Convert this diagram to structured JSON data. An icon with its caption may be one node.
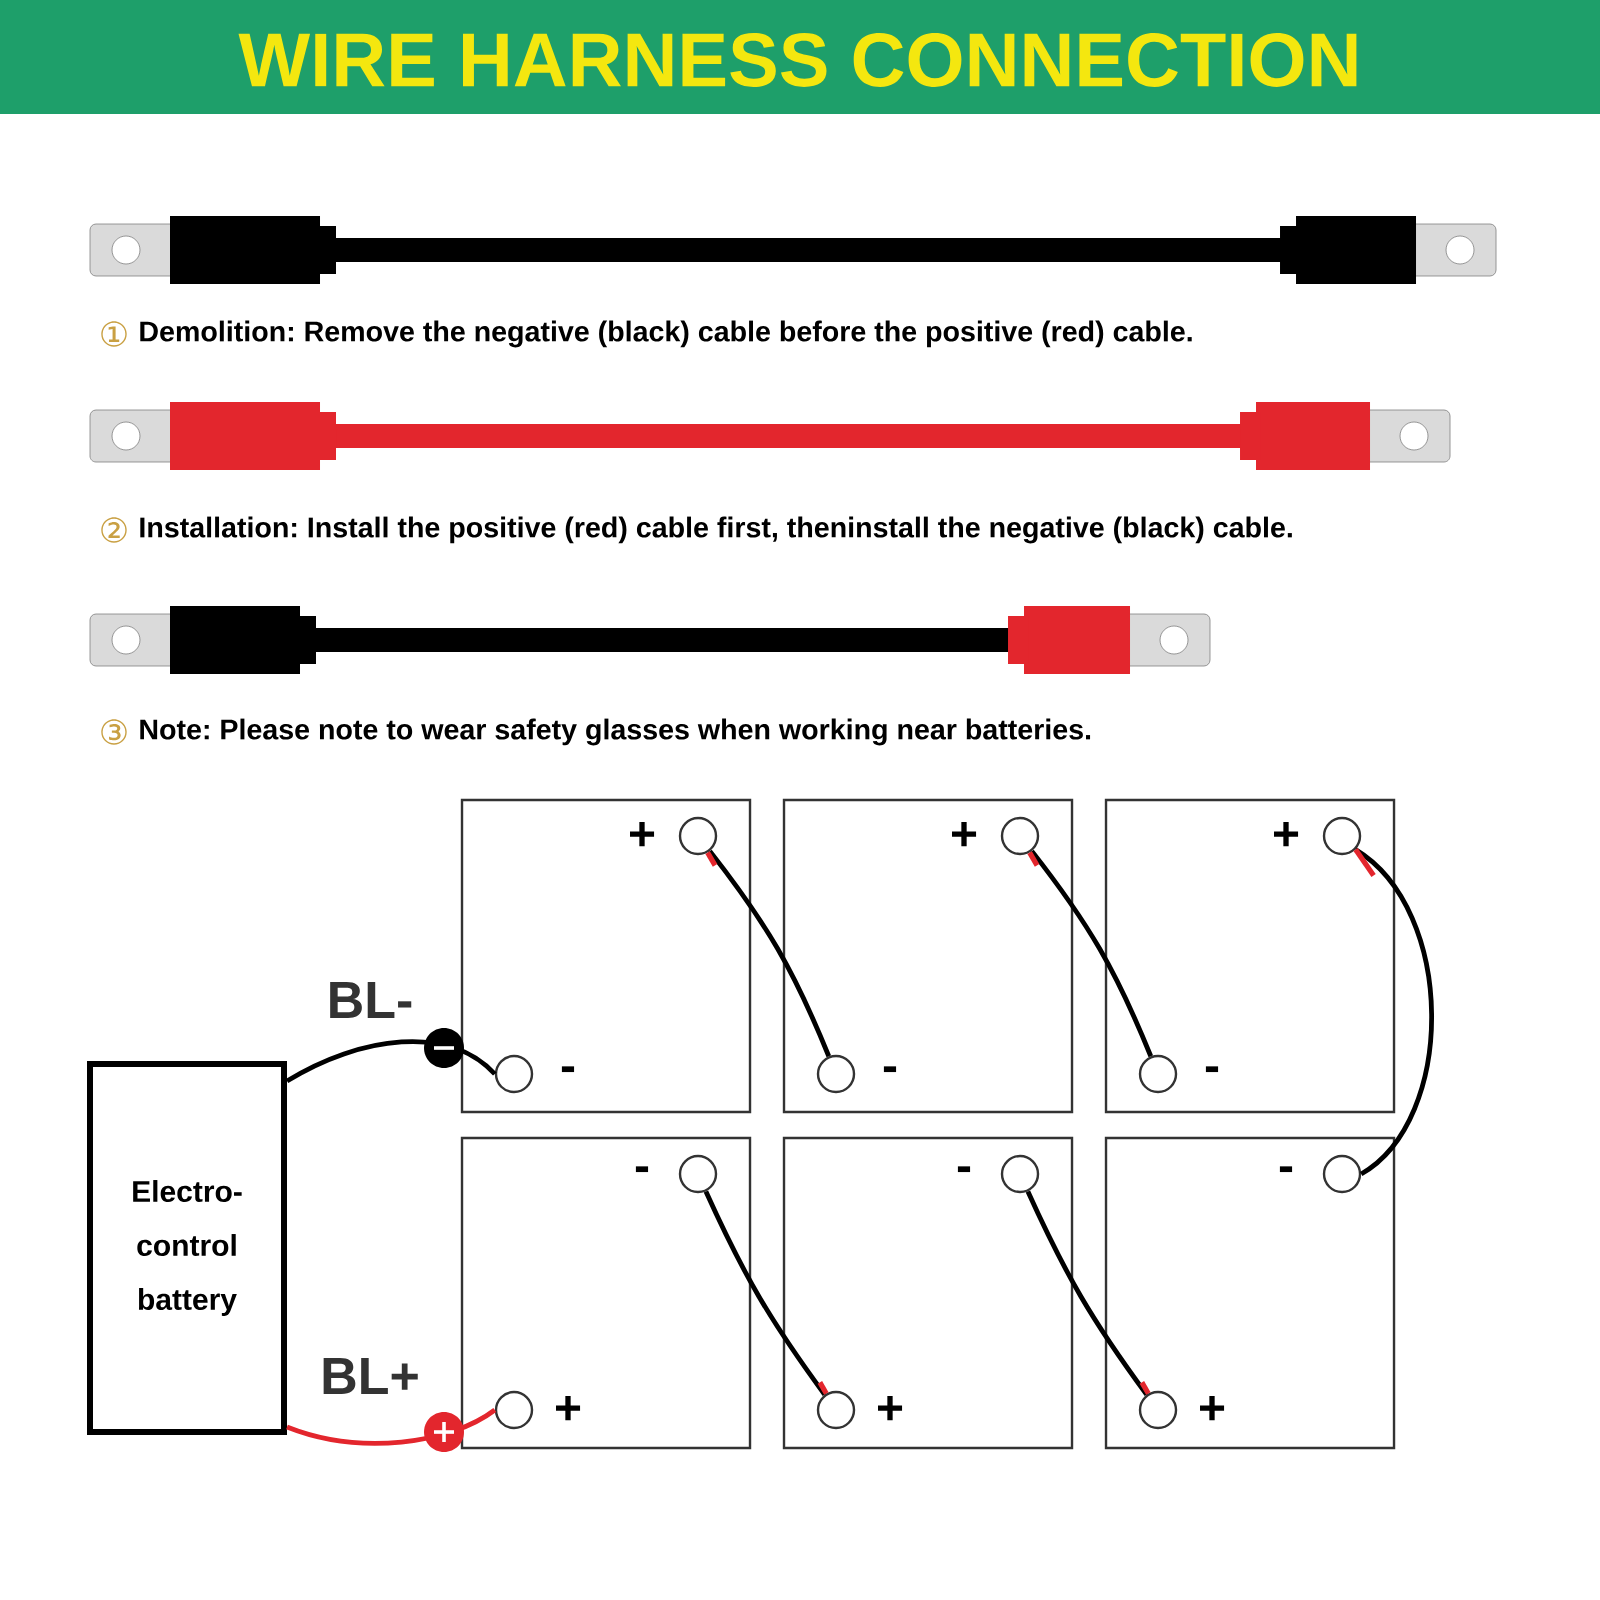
{
  "diagram": {
    "title": "WIRE HARNESS CONNECTION",
    "nodes": [
      {
        "text": [
          "Electro-control battery"
        ]
      },
      {
        "text": [],
        "shape": "box"
      },
      {
        "text": [],
        "shape": "box"
      },
      {
        "text": [],
        "shape": "box"
      },
      {
        "text": [],
        "shape": "box"
      },
      {
        "text": [],
        "shape": "box"
      },
      {
        "text": [],
        "shape": "box"
      },
      {
        "text": [],
        "shape": "circle",
        "in": 1,
        "beside": [
          "+"
        ]
      },
      {
        "text": [],
        "shape": "circle",
        "in": 1,
        "beside": [
          "-"
        ]
      },
      {
        "text": [],
        "shape": "circle",
        "in": 2,
        "beside": [
          "+"
        ]
      },
      {
        "text": [],
        "shape": "circle",
        "in": 2,
        "beside": [
          "-"
        ]
      },
      {
        "text": [],
        "shape": "circle",
        "in": 3,
        "beside": [
          "+"
        ]
      },
      {
        "text": [],
        "shape": "circle",
        "in": 3,
        "beside": [
          "-"
        ]
      },
      {
        "text": [],
        "shape": "circle",
        "in": 4,
        "beside": [
          "-"
        ]
      },
      {
        "text": [],
        "shape": "circle",
        "in": 4,
        "beside": [
          "+"
        ]
      },
      {
        "text": [],
        "shape": "circle",
        "in": 5,
        "beside": [
          "-"
        ]
      },
      {
        "text": [],
        "shape": "circle",
        "in": 5,
        "beside": [
          "+"
        ]
      },
      {
        "text": [],
        "shape": "circle",
        "in": 6,
        "beside": [
          "-"
        ]
      },
      {
        "text": [],
        "shape": "circle",
        "in": 6,
        "beside": [
          "+"
        ]
      }
    ],
    "edges": [
      {
        "from": 0,
        "to": 8,
        "arrow": "none",
        "label": "BL-"
      },
      {
        "from": 0,
        "to": 14,
        "arrow": "none",
        "label": "BL+",
        "color": "#e3262d"
      },
      {
        "from": 7,
        "to": 10,
        "arrow": "none"
      },
      {
        "from": 9,
        "to": 12,
        "arrow": "none"
      },
      {
        "from": 11,
        "to": 17,
        "arrow": "none"
      },
      {
        "from": 13,
        "to": 16,
        "arrow": "none"
      },
      {
        "from": 15,
        "to": 18,
        "arrow": "none"
      }
    ],
    "labels": [
      "①",
      "Demolition: Remove the negative (black) cable before the positive (red) cable.",
      "②",
      "Installation: Install the positive (red) cable first, theninstall the negative (black) cable.",
      "③",
      "Note: Please note to wear safety glasses when working near batteries."
    ]
  }
}
